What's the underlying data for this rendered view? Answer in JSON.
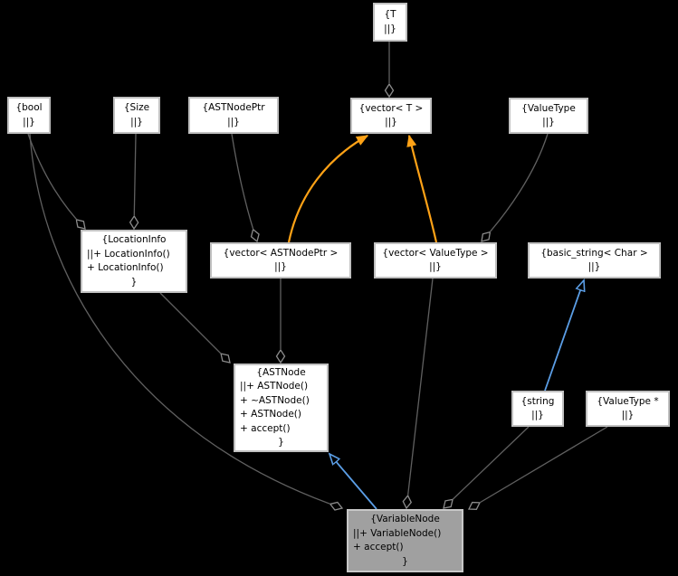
{
  "title": "VariableNode collaboration graph",
  "colors": {
    "background": "#000000",
    "node_fill": "#ffffff",
    "node_border": "#c0c0c0",
    "node_text": "#000000",
    "selected_fill": "#a0a0a0",
    "selected_border": "#c8c8c8",
    "edge": "#606060",
    "inheritance": "#5b9ee6",
    "template": "#ffa216",
    "diamond_fill": "#000000"
  },
  "nodes": [
    {
      "name": "T",
      "selected": false,
      "lines": [
        "{T",
        "||}"
      ]
    },
    {
      "name": "bool",
      "selected": false,
      "lines": [
        "{bool",
        "||}"
      ]
    },
    {
      "name": "Size",
      "selected": false,
      "lines": [
        "{Size",
        "||}"
      ]
    },
    {
      "name": "ASTNodePtr",
      "selected": false,
      "lines": [
        "{ASTNodePtr",
        "||}"
      ]
    },
    {
      "name": "vector< T >",
      "selected": false,
      "lines": [
        "{vector< T >",
        "||}"
      ]
    },
    {
      "name": "ValueType",
      "selected": false,
      "lines": [
        "{ValueType",
        "||}"
      ]
    },
    {
      "name": "LocationInfo",
      "selected": false,
      "lines": [
        "{LocationInfo",
        "||+ LocationInfo()",
        "+ LocationInfo()",
        "}"
      ]
    },
    {
      "name": "vector< ASTNodePtr >",
      "selected": false,
      "lines": [
        "{vector< ASTNodePtr >",
        "||}"
      ]
    },
    {
      "name": "vector< ValueType >",
      "selected": false,
      "lines": [
        "{vector< ValueType >",
        "||}"
      ]
    },
    {
      "name": "basic_string< Char >",
      "selected": false,
      "lines": [
        "{basic_string< Char >",
        "||}"
      ]
    },
    {
      "name": "ASTNode",
      "selected": false,
      "lines": [
        "{ASTNode",
        "||+ ASTNode()",
        "+ ~ASTNode()",
        "+ ASTNode()",
        "+ accept()",
        "}"
      ]
    },
    {
      "name": "string",
      "selected": false,
      "lines": [
        "{string",
        "||}"
      ]
    },
    {
      "name": "ValueType *",
      "selected": false,
      "lines": [
        "{ValueType *",
        "||}"
      ]
    },
    {
      "name": "VariableNode",
      "selected": true,
      "lines": [
        "{VariableNode",
        "||+ VariableNode()",
        "+ accept()",
        "}"
      ]
    }
  ],
  "edges": [
    {
      "from": "T",
      "to": "vector< T >",
      "relation": "aggregation"
    },
    {
      "from": "bool",
      "to": "LocationInfo",
      "relation": "aggregation"
    },
    {
      "from": "Size",
      "to": "LocationInfo",
      "relation": "aggregation"
    },
    {
      "from": "ASTNodePtr",
      "to": "vector< ASTNodePtr >",
      "relation": "aggregation"
    },
    {
      "from": "ValueType",
      "to": "vector< ValueType >",
      "relation": "aggregation"
    },
    {
      "from": "vector< ASTNodePtr >",
      "to": "ASTNode",
      "relation": "aggregation"
    },
    {
      "from": "LocationInfo",
      "to": "ASTNode",
      "relation": "aggregation"
    },
    {
      "from": "bool",
      "to": "VariableNode",
      "relation": "aggregation"
    },
    {
      "from": "vector< ValueType >",
      "to": "VariableNode",
      "relation": "aggregation"
    },
    {
      "from": "string",
      "to": "VariableNode",
      "relation": "aggregation"
    },
    {
      "from": "ValueType *",
      "to": "VariableNode",
      "relation": "aggregation"
    },
    {
      "from": "VariableNode",
      "to": "ASTNode",
      "relation": "inheritance"
    },
    {
      "from": "string",
      "to": "basic_string< Char >",
      "relation": "inheritance"
    },
    {
      "from": "vector< ASTNodePtr >",
      "to": "vector< T >",
      "relation": "template-instance"
    },
    {
      "from": "vector< ValueType >",
      "to": "vector< T >",
      "relation": "template-instance"
    }
  ]
}
